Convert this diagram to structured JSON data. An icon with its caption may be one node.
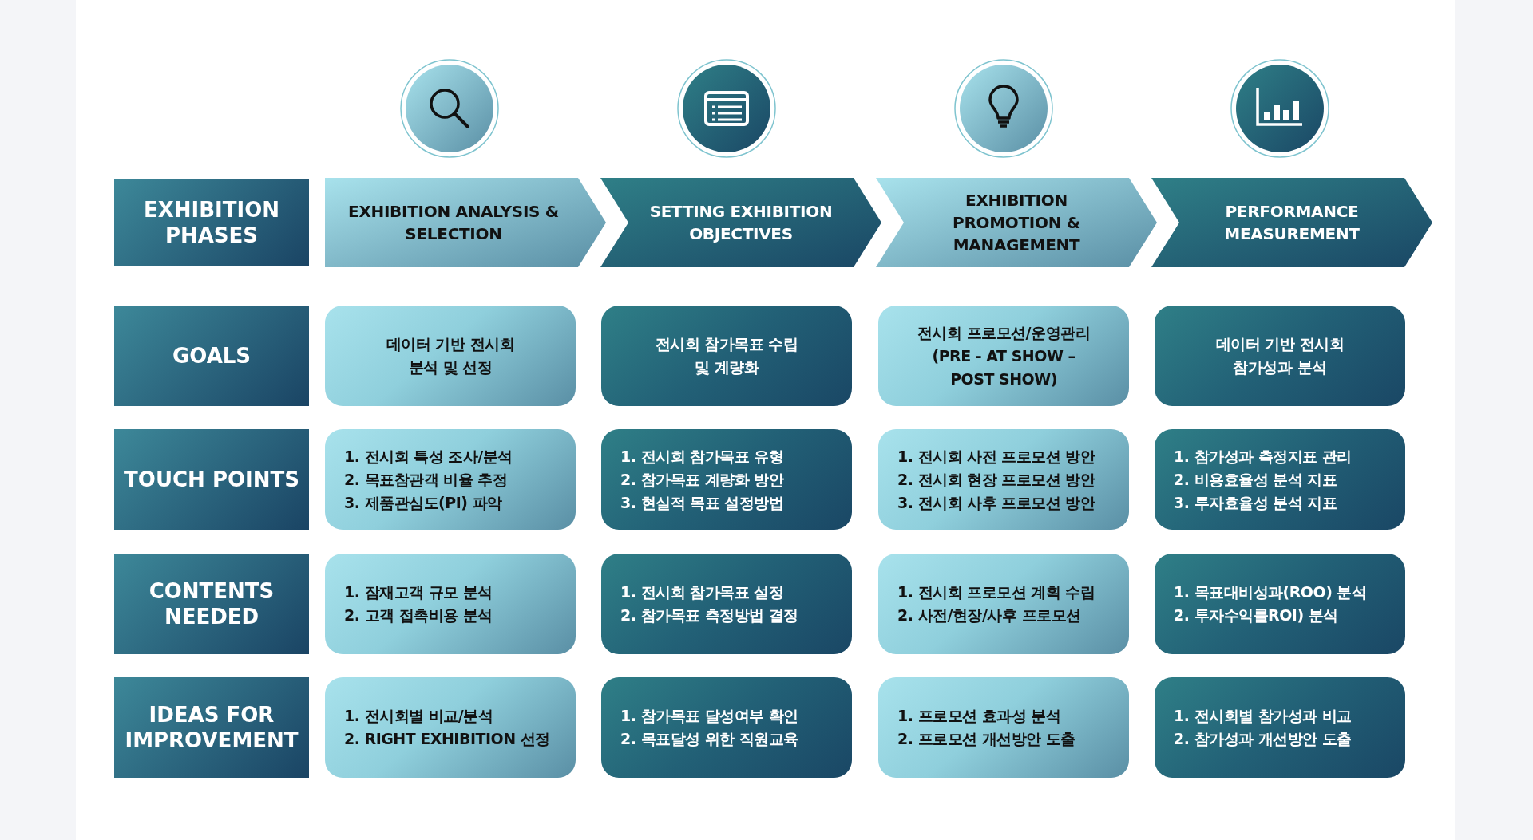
{
  "diagram": {
    "nodes": [
      {
        "text": [
          "EXHIBITION PHASES"
        ]
      },
      {
        "text": [
          "EXHIBITION ANALYSIS & SELECTION"
        ]
      },
      {
        "text": [
          "SETTING EXHIBITION OBJECTIVES"
        ]
      },
      {
        "text": [
          "EXHIBITION PROMOTION & MANAGEMENT"
        ]
      },
      {
        "text": [
          "PERFORMANCE MEASUREMENT"
        ]
      },
      {
        "text": [
          "GOALS"
        ]
      },
      {
        "text": [
          "데이터 기반 전시회 분석 및 선정"
        ]
      },
      {
        "text": [
          "전시회 참가목표 수립 및 계량화"
        ]
      },
      {
        "text": [
          "전시회 프로모션/운영관리 (PRE - AT SHOW – POST SHOW)"
        ]
      },
      {
        "text": [
          "데이터 기반 전시회 참가성과 분석"
        ]
      },
      {
        "text": [
          "TOUCH POINTS"
        ]
      },
      {
        "text": [
          "1. 전시회 특성 조사/분석",
          "2. 목표참관객 비율 추정",
          "3. 제품관심도(PI) 파악"
        ]
      },
      {
        "text": [
          "1. 전시회 참가목표 유형",
          "2. 참가목표 계량화 방안",
          "3. 현실적 목표 설정방법"
        ]
      },
      {
        "text": [
          "1. 전시회 사전 프로모션 방안",
          "2. 전시회 현장 프로모션 방안",
          "3. 전시회 사후 프로모션 방안"
        ]
      },
      {
        "text": [
          "1. 참가성과 측정지표 관리",
          "2. 비용효율성 분석 지표",
          "3. 투자효율성 분석 지표"
        ]
      },
      {
        "text": [
          "CONTENTS NEEDED"
        ]
      },
      {
        "text": [
          "1. 잠재고객 규모 분석",
          "2. 고객 접촉비용 분석"
        ]
      },
      {
        "text": [
          "1. 전시회 참가목표 설정",
          "2. 참가목표 측정방법 결정"
        ]
      },
      {
        "text": [
          "1. 전시회 프로모션 계획 수립",
          "2. 사전/현장/사후 프로모션"
        ]
      },
      {
        "text": [
          "1. 목표대비성과(ROO) 분석",
          "2. 투자수익률ROI) 분석"
        ]
      },
      {
        "text": [
          "IDEAS FOR IMPROVEMENT"
        ]
      },
      {
        "text": [
          "1. 전시회별 비교/분석",
          "2. RIGHT EXHIBITION 선정"
        ]
      },
      {
        "text": [
          "1. 참가목표 달성여부 확인",
          "2. 목표달성 위한 직원교육"
        ]
      },
      {
        "text": [
          "1. 프로모션 효과성 분석",
          "2. 프로모션 개선방안 도출"
        ]
      },
      {
        "text": [
          "1. 전시회별 참가성과 비교",
          "2. 참가성과 개선방안 도출"
        ]
      }
    ]
  }
}
